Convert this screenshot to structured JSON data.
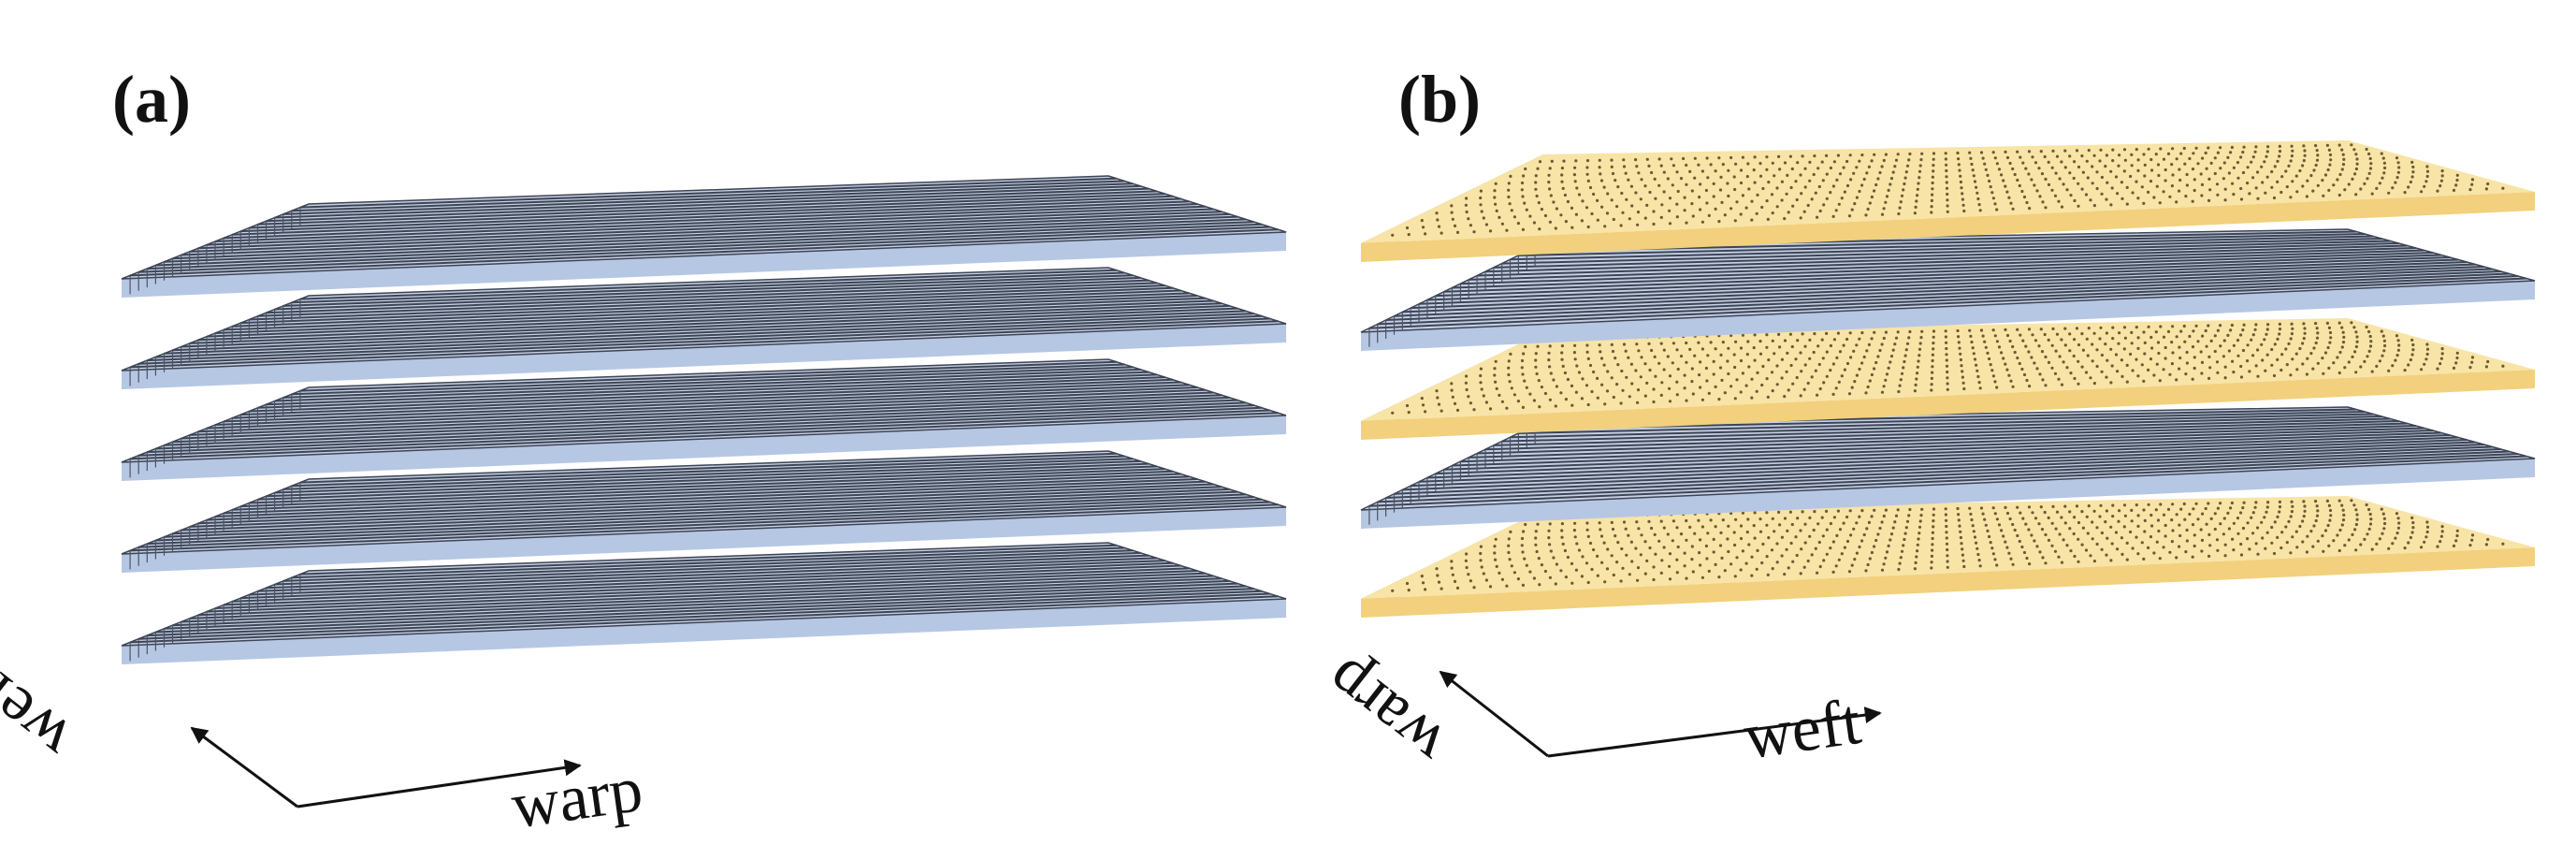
{
  "panels": [
    {
      "label": "(a)",
      "layers": [
        "warp",
        "warp",
        "warp",
        "warp",
        "warp"
      ],
      "axes": {
        "vertical": "weft",
        "horizontal": "warp"
      }
    },
    {
      "label": "(b)",
      "layers": [
        "weft",
        "warp",
        "weft",
        "warp",
        "weft"
      ],
      "axes": {
        "vertical": "warp",
        "horizontal": "weft"
      }
    }
  ],
  "colors": {
    "warp_top": "#c5d1e5",
    "warp_lines": "#3d4454",
    "warp_side_front": "#b6c7e3",
    "warp_side_left": "#7f8a9f",
    "weft_top": "#f8e4a6",
    "weft_dots": "#6b5a33",
    "weft_side_front": "#f2d07d",
    "weft_side_left": "#c8a550"
  }
}
